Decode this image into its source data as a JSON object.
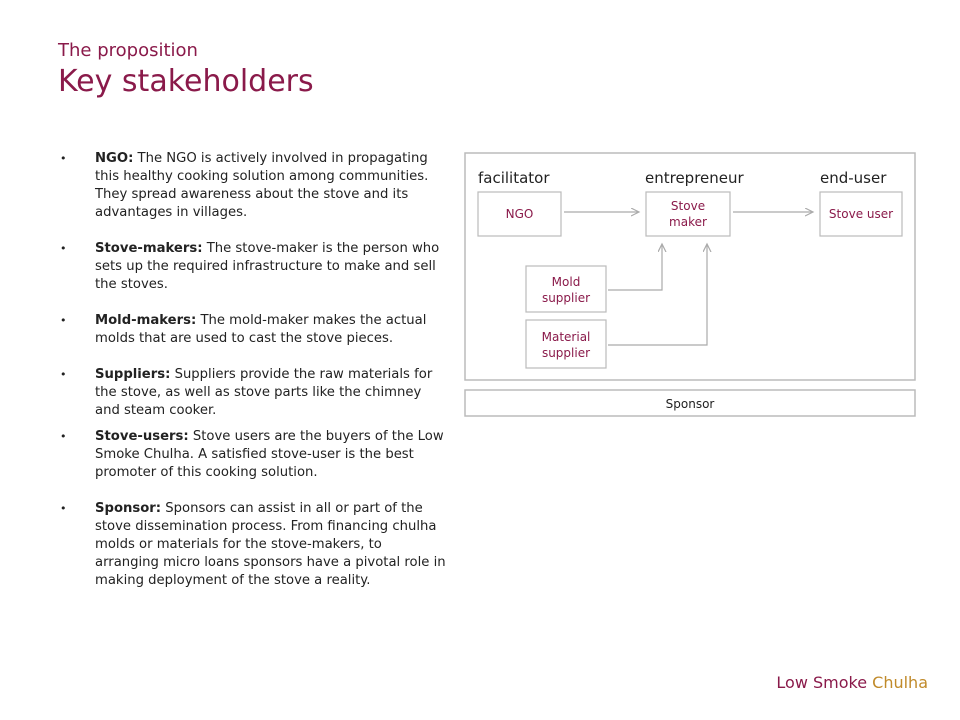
{
  "header": {
    "subtitle": "The proposition",
    "title": "Key stakeholders"
  },
  "bullets": [
    {
      "term": "NGO:",
      "text": " The NGO is actively involved in propagating this healthy cooking solution among communities. They spread awareness about the stove and its advantages in villages."
    },
    {
      "term": "Stove-makers:",
      "text": " The stove-maker is the person who sets up the required infrastructure to make and sell the stoves."
    },
    {
      "term": "Mold-makers:",
      "text": " The mold-maker makes the actual molds that are used to cast the stove pieces."
    },
    {
      "term": "Suppliers:",
      "text": " Suppliers provide the raw materials for the stove, as well as stove parts like the chimney and steam cooker."
    },
    {
      "term": "Stove-users:",
      "text": " Stove users are the buyers of the Low Smoke Chulha. A satisfied stove-user is the best promoter of this cooking solution."
    },
    {
      "term": "Sponsor:",
      "text": " Sponsors can assist in all or part of the stove dissemination process. From financing chulha molds or materials for the stove-makers, to arranging micro loans sponsors have a pivotal role in making deployment of the stove a reality."
    }
  ],
  "diagram": {
    "headers": {
      "facilitator": "facilitator",
      "entrepreneur": "entrepreneur",
      "end_user": "end-user"
    },
    "nodes": {
      "ngo": "NGO",
      "stove_maker_1": "Stove",
      "stove_maker_2": "maker",
      "stove_user": "Stove user",
      "mold_supplier_1": "Mold",
      "mold_supplier_2": "supplier",
      "material_supplier_1": "Material",
      "material_supplier_2": "supplier"
    },
    "sponsor": "Sponsor",
    "colors": {
      "node_text": "#8a1a4a",
      "header_text": "#222222",
      "border": "#bbbbbb",
      "arrow": "#aaaaaa"
    }
  },
  "brand": {
    "part1": "Low Smoke ",
    "part2": "Chulha"
  }
}
